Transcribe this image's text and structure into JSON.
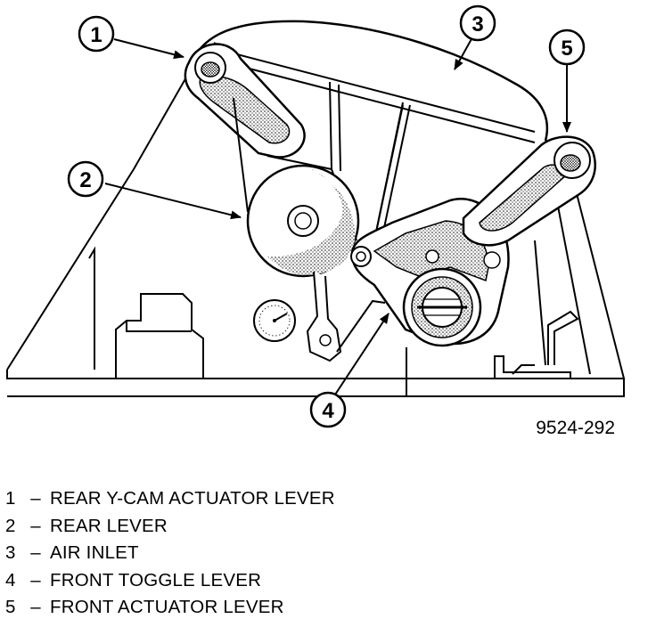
{
  "figure_id": "9524-292",
  "callouts": [
    {
      "num": "1"
    },
    {
      "num": "2"
    },
    {
      "num": "3"
    },
    {
      "num": "4"
    },
    {
      "num": "5"
    }
  ],
  "legend": [
    {
      "num": "1",
      "dash": "–",
      "text": "REAR Y-CAM ACTUATOR LEVER"
    },
    {
      "num": "2",
      "dash": "–",
      "text": "REAR LEVER"
    },
    {
      "num": "3",
      "dash": "–",
      "text": "AIR INLET"
    },
    {
      "num": "4",
      "dash": "–",
      "text": "FRONT TOGGLE LEVER"
    },
    {
      "num": "5",
      "dash": "–",
      "text": "FRONT ACTUATOR LEVER"
    }
  ]
}
